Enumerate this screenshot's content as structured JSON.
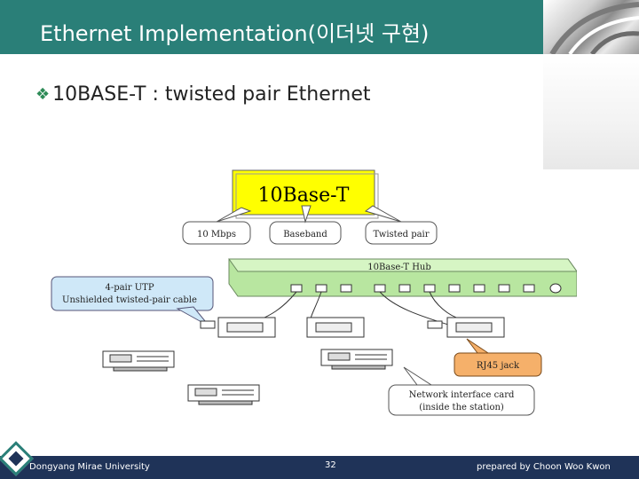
{
  "slide": {
    "title": "Ethernet Implementation(이더넷 구현)",
    "bullet": "10BASE-T : twisted pair Ethernet"
  },
  "diagram": {
    "main_label": "10Base-T",
    "callouts": [
      "10 Mbps",
      "Baseband",
      "Twisted pair"
    ],
    "hub_label": "10Base-T Hub",
    "utp_line1": "4-pair UTP",
    "utp_line2": "Unshielded twisted-pair cable",
    "rj45_label": "RJ45 jack",
    "nic_line1": "Network interface card",
    "nic_line2": "(inside the station)"
  },
  "footer": {
    "left": "Dongyang Mirae University",
    "page": "32",
    "right": "prepared by Choon Woo Kwon"
  },
  "colors": {
    "title_bar": "#2a7f78",
    "footer_bar": "#1f3358",
    "accent_yellow": "#ffff00",
    "hub_green": "#c7f0b0",
    "callout_blue": "#cfe8f8",
    "rj45_orange": "#f5b06a"
  }
}
